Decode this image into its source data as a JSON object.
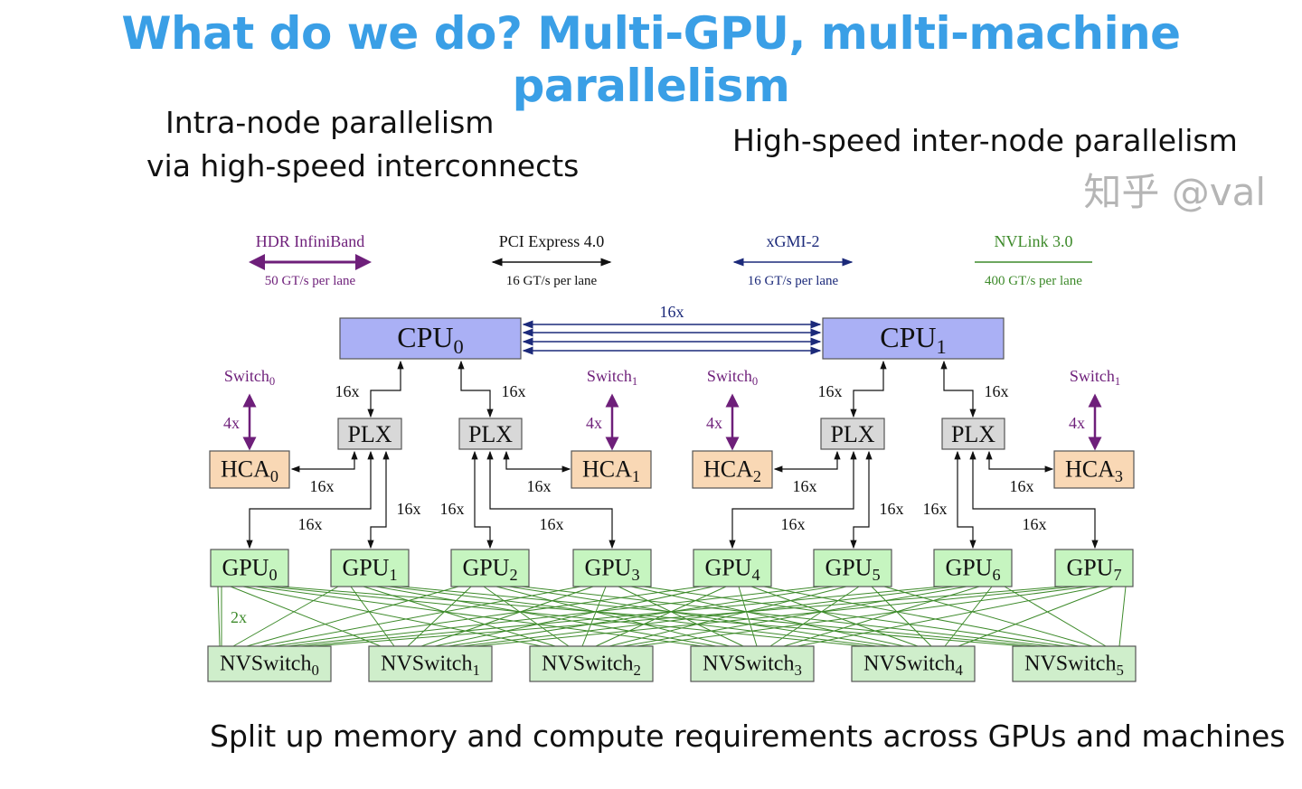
{
  "title": "What do we do? Multi-GPU, multi-machine parallelism",
  "subtitles": {
    "intra_line1": "Intra-node parallelism",
    "intra_line2": "via high-speed interconnects",
    "inter": "High-speed inter-node parallelism"
  },
  "footer": "Split up memory and compute requirements across GPUs and machines",
  "watermark": "知乎 @val",
  "legend": [
    {
      "name": "HDR InfiniBand",
      "rate": "50 GT/s per lane",
      "color": "#6e1f7a",
      "style": "double-arrow"
    },
    {
      "name": "PCI Express 4.0",
      "rate": "16 GT/s per lane",
      "color": "#111111",
      "style": "double-arrow"
    },
    {
      "name": "xGMI-2",
      "rate": "16 GT/s per lane",
      "color": "#1c2a7a",
      "style": "double-arrow"
    },
    {
      "name": "NVLink 3.0",
      "rate": "400 GT/s per lane",
      "color": "#3d8a2a",
      "style": "line"
    }
  ],
  "colors": {
    "cpu": "#aab0f5",
    "plx": "#d8d8d8",
    "hca": "#f9d8b5",
    "gpu": "#c6f5c0",
    "nvswitch": "#cfeecb",
    "title": "#3a9fe6"
  },
  "diagram": {
    "cpus": [
      {
        "base": "CPU",
        "sub": "0"
      },
      {
        "base": "CPU",
        "sub": "1"
      }
    ],
    "xgmi_label": "16x",
    "plx_label": "PLX",
    "hcas": [
      {
        "base": "HCA",
        "sub": "0"
      },
      {
        "base": "HCA",
        "sub": "1"
      },
      {
        "base": "HCA",
        "sub": "2"
      },
      {
        "base": "HCA",
        "sub": "3"
      }
    ],
    "switches": [
      {
        "base": "Switch",
        "sub": "0"
      },
      {
        "base": "Switch",
        "sub": "1"
      },
      {
        "base": "Switch",
        "sub": "0"
      },
      {
        "base": "Switch",
        "sub": "1"
      }
    ],
    "ib_lanes": "4x",
    "pcie_lanes": "16x",
    "nvlink_lanes": "2x",
    "gpus": [
      {
        "base": "GPU",
        "sub": "0"
      },
      {
        "base": "GPU",
        "sub": "1"
      },
      {
        "base": "GPU",
        "sub": "2"
      },
      {
        "base": "GPU",
        "sub": "3"
      },
      {
        "base": "GPU",
        "sub": "4"
      },
      {
        "base": "GPU",
        "sub": "5"
      },
      {
        "base": "GPU",
        "sub": "6"
      },
      {
        "base": "GPU",
        "sub": "7"
      }
    ],
    "nvswitches": [
      {
        "base": "NVSwitch",
        "sub": "0"
      },
      {
        "base": "NVSwitch",
        "sub": "1"
      },
      {
        "base": "NVSwitch",
        "sub": "2"
      },
      {
        "base": "NVSwitch",
        "sub": "3"
      },
      {
        "base": "NVSwitch",
        "sub": "4"
      },
      {
        "base": "NVSwitch",
        "sub": "5"
      }
    ]
  }
}
